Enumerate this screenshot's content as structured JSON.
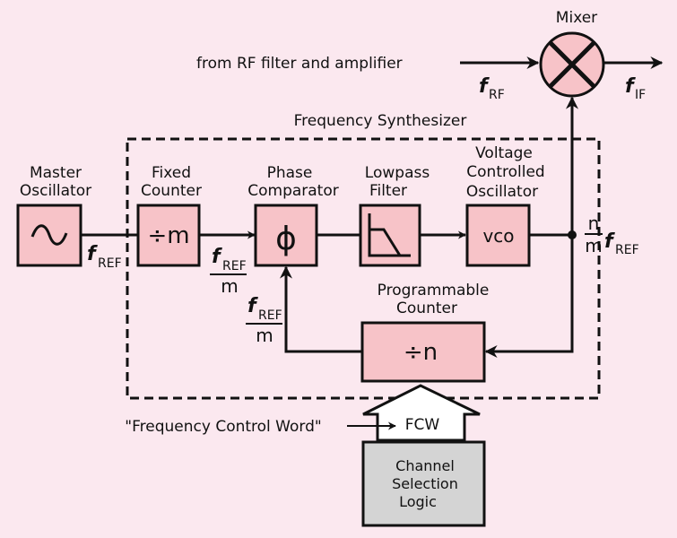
{
  "colors": {
    "background": "#fbe8ef",
    "block_fill": "#f7c3c8",
    "logic_fill": "#d4d4d4",
    "line": "#111111"
  },
  "labels": {
    "mixer": "Mixer",
    "rf_input": "from RF filter and amplifier",
    "synth_title": "Frequency Synthesizer",
    "master": [
      "Master",
      "Oscillator"
    ],
    "fixed": [
      "Fixed",
      "Counter"
    ],
    "phase": [
      "Phase",
      "Comparator"
    ],
    "lowpass": [
      "Lowpass",
      "Filter"
    ],
    "vco_title": [
      "Voltage",
      "Controlled",
      "Oscillator"
    ],
    "prog": [
      "Programmable",
      "Counter"
    ],
    "fcw_quote": "\"Frequency Control Word\"",
    "fcw": "FCW",
    "channel": [
      "Channel",
      "Selection",
      "Logic"
    ]
  },
  "blocks": {
    "divide_m": "÷m",
    "phi": "ϕ",
    "vco": "vco",
    "divide_n": "÷n"
  },
  "symbols": {
    "f": "f",
    "rf_sub": "RF",
    "if_sub": "IF",
    "ref_sub": "REF",
    "m": "m",
    "n": "n"
  },
  "icons": {
    "master_oscillator": "sine-wave-icon",
    "mixer": "mixer-cross-icon",
    "lowpass": "lowpass-response-icon"
  }
}
